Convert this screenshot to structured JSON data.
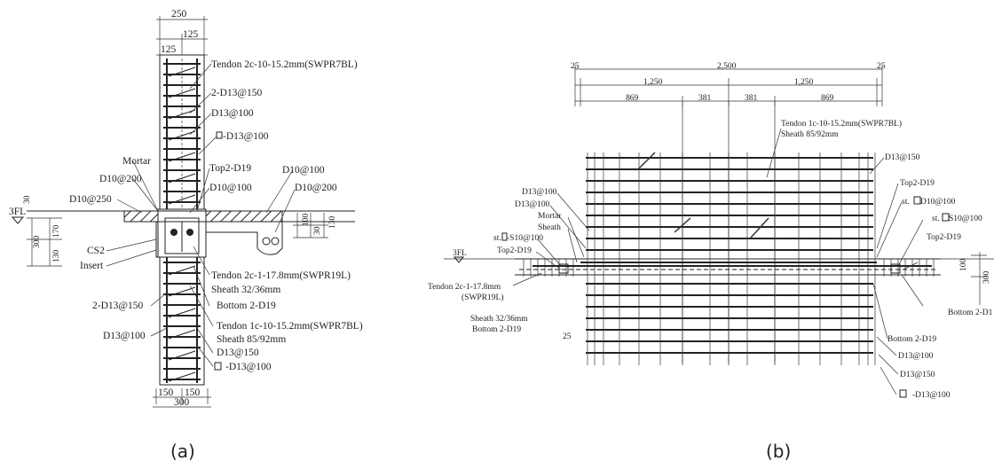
{
  "captions": {
    "a": "(a)",
    "b": "(b)"
  },
  "figure_a": {
    "dims": {
      "top_total": "250",
      "top_half_right": "125",
      "top_half_left": "125",
      "bottom_left": "150",
      "bottom_right": "150",
      "bottom_total": "300",
      "left_30": "30",
      "left_170": "170",
      "left_300": "300",
      "left_130": "130",
      "right_100": "100",
      "right_30": "30",
      "right_130": "130"
    },
    "floor_mark": "3FL",
    "labels": {
      "tendon_top": "Tendon 2c-10-15.2mm(SWPR7BL)",
      "d13_150_a": "2-D13@150",
      "d13_100_a": "D13@100",
      "box_d13": "-D13@100",
      "mortar": "Mortar",
      "d10_200_left": "D10@200",
      "d10_250": "D10@250",
      "top2_d19": "Top2-D19",
      "d10_100_right": "D10@100",
      "d10_100_mid": "D10@100",
      "d10_200_right": "D10@200",
      "cs2": "CS2",
      "insert": "Insert",
      "tendon_mid": "Tendon 2c-1-17.8mm(SWPR19L)",
      "sheath_mid": "Sheath 32/36mm",
      "d13_150_b": "2-D13@150",
      "bottom2_d19": "Bottom 2-D19",
      "tendon_low": "Tendon 1c-10-15.2mm(SWPR7BL)",
      "d13_100_b": "D13@100",
      "sheath_low": "Sheath 85/92mm",
      "d13_150_c": "D13@150",
      "box_d13_b": "-D13@100"
    }
  },
  "figure_b": {
    "dims": {
      "top_left": "25",
      "top_total": "2,500",
      "top_right": "25",
      "half_left": "1,250",
      "half_right": "1,250",
      "seg1": "869",
      "seg2": "381",
      "seg3": "381",
      "seg4": "869",
      "side_100": "100",
      "side_300": "300",
      "left_25": "25"
    },
    "floor_mark": "3FL",
    "labels": {
      "tendon_top": "Tendon 1c-10-15.2mm(SWPR7BL)",
      "sheath_top": "Sheath 85/92mm",
      "d13_150_top": "D13@150",
      "d13_100_l1": "D13@100",
      "d13_100_l2": "D13@100",
      "mortar": "Mortar",
      "sheath": "Sheath",
      "st_s10": "st.",
      "st_s10_tail": "-S10@100",
      "top2_d19_left": "Top2-D19",
      "top2_d19_right": "Top2-D19",
      "st_d10": "st.",
      "st_d10_tail": "D10@100",
      "st_s10_r": "st.",
      "st_s10_r_tail": "S10@100",
      "top2_d19_r2": "Top2-D19",
      "tendon_left": "Tendon 2c-1-17.8mm",
      "tendon_left2": "(SWPR19L)",
      "sheath_left": "Sheath 32/36mm",
      "bottom_left": "Bottom 2-D19",
      "bottom_right": "Bottom 2-D1",
      "bottom_2d19": "Bottom 2-D19",
      "d13_100_r": "D13@100",
      "d13_150_r": "D13@150",
      "box_d13_r": "-D13@100"
    }
  }
}
